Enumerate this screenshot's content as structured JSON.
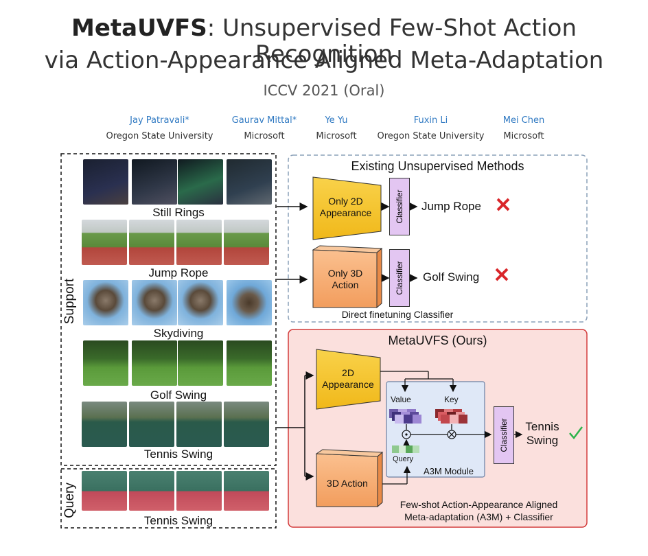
{
  "title": {
    "bold": "MetaUVFS",
    "rest_line1": ": Unsupervised Few-Shot Action Recognition",
    "line2": "via Action-Appearance Aligned Meta-Adaptation"
  },
  "venue": "ICCV 2021 (Oral)",
  "authors": [
    {
      "name": "Jay Patravali*",
      "affiliation": "Oregon State University"
    },
    {
      "name": "Gaurav Mittal*",
      "affiliation": "Microsoft"
    },
    {
      "name": "Ye Yu",
      "affiliation": "Microsoft"
    },
    {
      "name": "Fuxin Li",
      "affiliation": "Oregon State University"
    },
    {
      "name": "Mei Chen",
      "affiliation": "Microsoft"
    }
  ],
  "support": {
    "label": "Support",
    "classes": [
      "Still Rings",
      "Jump Rope",
      "Skydiving",
      "Golf Swing",
      "Tennis Swing"
    ]
  },
  "query": {
    "label": "Query",
    "class": "Tennis Swing"
  },
  "existing": {
    "title": "Existing Unsupervised Methods",
    "branch1": {
      "encoder": "Only 2D Appearance",
      "classifier": "Classifier",
      "prediction": "Jump Rope"
    },
    "branch2": {
      "encoder": "Only 3D Action",
      "classifier": "Classifier",
      "prediction": "Golf Swing"
    },
    "caption": "Direct finetuning Classifier"
  },
  "ours": {
    "title": "MetaUVFS (Ours)",
    "encoder_2d": "2D Appearance",
    "encoder_3d": "3D Action",
    "value": "Value",
    "key": "Key",
    "query": "Query",
    "dot_op": "⊙",
    "mul_op": "⊗",
    "module": "A3M Module",
    "classifier": "Classifier",
    "prediction": "Tennis Swing",
    "caption_line1": "Few-shot Action-Appearance Aligned",
    "caption_line2": "Meta-adaptation (A3M) + Classifier"
  },
  "colors": {
    "author_blue": "#2f79c2",
    "encoder_yellow": "#f6c736",
    "encoder_orange": "#f7b27a",
    "classifier_purple": "#e3c6f2",
    "ours_bg": "#fbe0dd",
    "ours_border": "#d33b3b",
    "a3m_bg": "#dfe8f7",
    "cross_red": "#d9262a",
    "check_green": "#2cb34a"
  },
  "icons": {
    "wrong": "cross-icon",
    "right": "check-icon"
  }
}
